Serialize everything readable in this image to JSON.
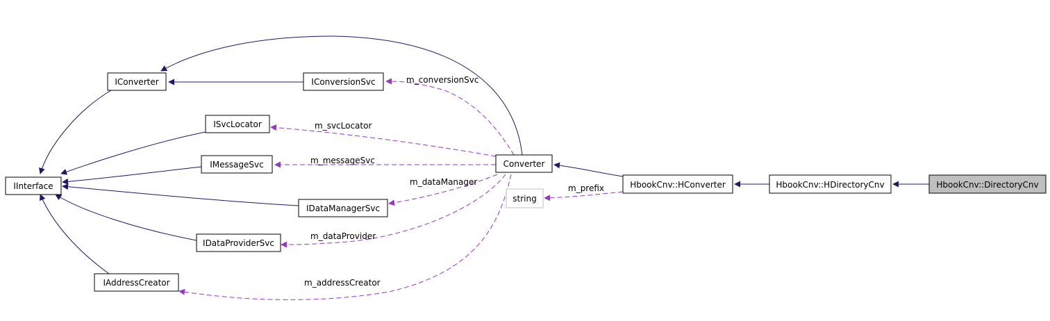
{
  "colors": {
    "inheritance": "#191970",
    "usage": "#9a32cd",
    "node_border": "#000000",
    "external_border": "#bfbfbf",
    "highlight_fill": "#bfbfbf",
    "node_fill": "#ffffff"
  },
  "nodes": {
    "iinterface": "IInterface",
    "iconverter": "IConverter",
    "iconversionsvc": "IConversionSvc",
    "isvclocator": "ISvcLocator",
    "imessagesvc": "IMessageSvc",
    "idatamanagersvc": "IDataManagerSvc",
    "idataprovidersvc": "IDataProviderSvc",
    "iaddresscreator": "IAddressCreator",
    "converter": "Converter",
    "string": "string",
    "hconverter": "HbookCnv::HConverter",
    "hdirectorycnv": "HbookCnv::HDirectoryCnv",
    "directorycnv": "HbookCnv::DirectoryCnv"
  },
  "edge_labels": {
    "m_conversionSvc": "m_conversionSvc",
    "m_svcLocator": "m_svcLocator",
    "m_messageSvc": "m_messageSvc",
    "m_dataManager": "m_dataManager",
    "m_dataProvider": "m_dataProvider",
    "m_addressCreator": "m_addressCreator",
    "m_prefix": "m_prefix"
  }
}
